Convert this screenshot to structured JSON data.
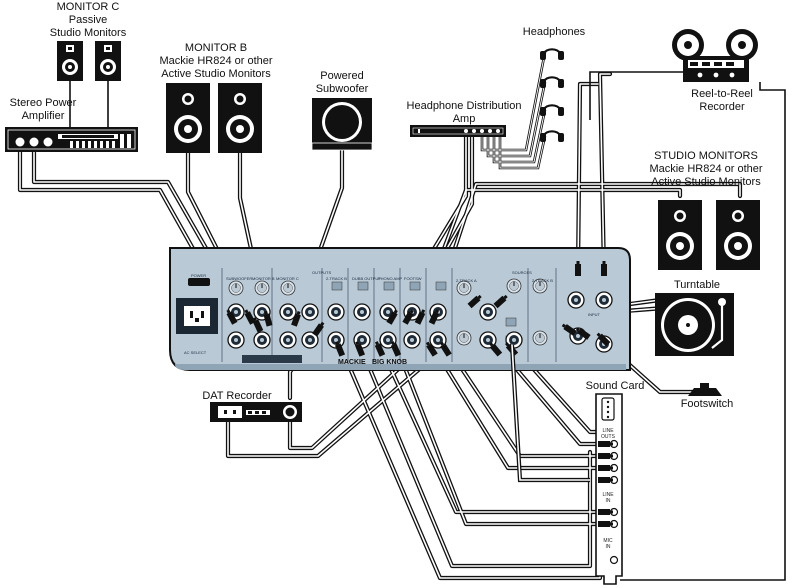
{
  "labels": {
    "monitor_c": [
      "MONITOR C",
      "Passive",
      "Studio Monitors"
    ],
    "monitor_b": [
      "MONITOR B",
      "Mackie HR824 or other",
      "Active Studio Monitors"
    ],
    "subwoofer": [
      "Powered",
      "Subwoofer"
    ],
    "headphones": "Headphones",
    "reel_to_reel": [
      "Reel-to-Reel",
      "Recorder"
    ],
    "stereo_amp": [
      "Stereo Power",
      "Amplifier"
    ],
    "hp_amp": [
      "Headphone Distribution",
      "Amp"
    ],
    "studio_monitors": [
      "STUDIO MONITORS",
      "Mackie HR824 or other",
      "Active Studio Monitors"
    ],
    "turntable": "Turntable",
    "sound_card": "Sound Card",
    "dat_recorder": "DAT Recorder",
    "footswitch": "Footswitch"
  },
  "mixer": {
    "brand": "MACKIE",
    "model": "BIG KNOB",
    "outputs_label": "OUTPUTS",
    "sources_label": "SOURCES",
    "power_label": "POWER",
    "ac_label": "AC SELECT",
    "sections": [
      "SUBWOOFER",
      "MONITOR B",
      "MONITOR C",
      "2-TRACK B",
      "DUBB OUTPUT",
      "PHONO AMP",
      "FOOTSW",
      "2-TRACK A",
      "2-TRACK B",
      "INPUT"
    ]
  },
  "sound_card": {
    "line_outs": "LINE OUTS",
    "line_in": "LINE IN",
    "mic_in": "MIC IN"
  }
}
